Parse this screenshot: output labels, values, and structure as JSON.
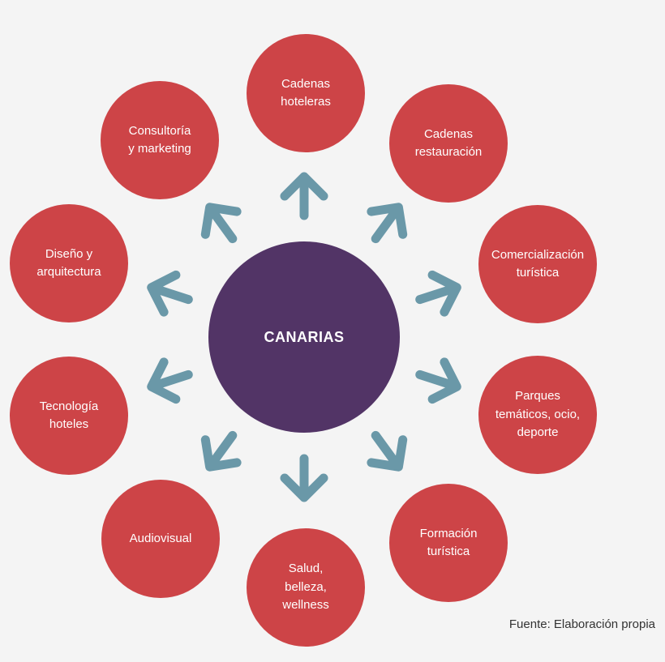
{
  "center": {
    "label": "CANARIAS"
  },
  "nodes": [
    {
      "label": "Cadenas\nhoteleras"
    },
    {
      "label": "Cadenas\nrestauración"
    },
    {
      "label": "Comercialización\nturística"
    },
    {
      "label": "Parques\ntemáticos, ocio,\ndeporte"
    },
    {
      "label": "Formación\nturística"
    },
    {
      "label": "Salud,\nbelleza,\nwellness"
    },
    {
      "label": "Audiovisual"
    },
    {
      "label": "Tecnología\nhoteles"
    },
    {
      "label": "Diseño y\narquitectura"
    },
    {
      "label": "Consultoría\ny marketing"
    }
  ],
  "source": "Fuente: Elaboración propia",
  "colors": {
    "node_fill": "#cd4447",
    "center_fill": "#523466",
    "arrow": "#6a98a8",
    "background": "#f4f4f4"
  }
}
